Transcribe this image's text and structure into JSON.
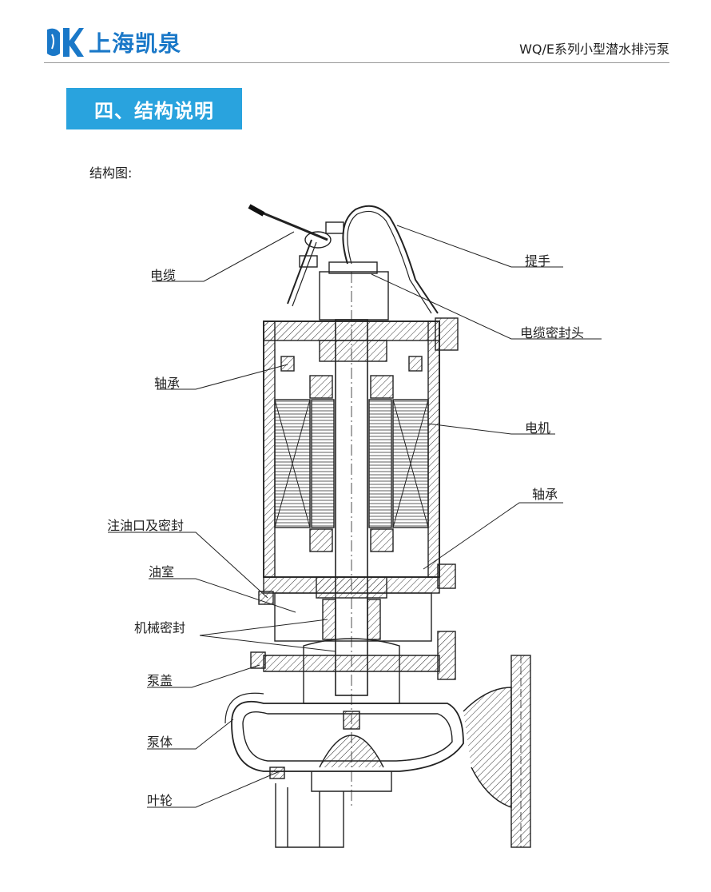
{
  "header": {
    "brand_text": "上海凯泉",
    "logo": "kaiquan-logo",
    "product_title": "WQ/E系列小型潜水排污泵"
  },
  "section": {
    "title": "四、结构说明"
  },
  "figure": {
    "caption": "结构图:",
    "labels": {
      "cable": "电缆",
      "handle": "提手",
      "cable_seal_head": "电缆密封头",
      "bearing_top": "轴承",
      "motor": "电机",
      "bearing_bottom": "轴承",
      "oil_port_seal": "注油口及密封",
      "oil_chamber": "油室",
      "mech_seal": "机械密封",
      "pump_cover": "泵盖",
      "pump_body": "泵体",
      "impeller": "叶轮"
    }
  },
  "colors": {
    "brand_blue": "#1a78c8",
    "banner_blue": "#29a3de"
  }
}
